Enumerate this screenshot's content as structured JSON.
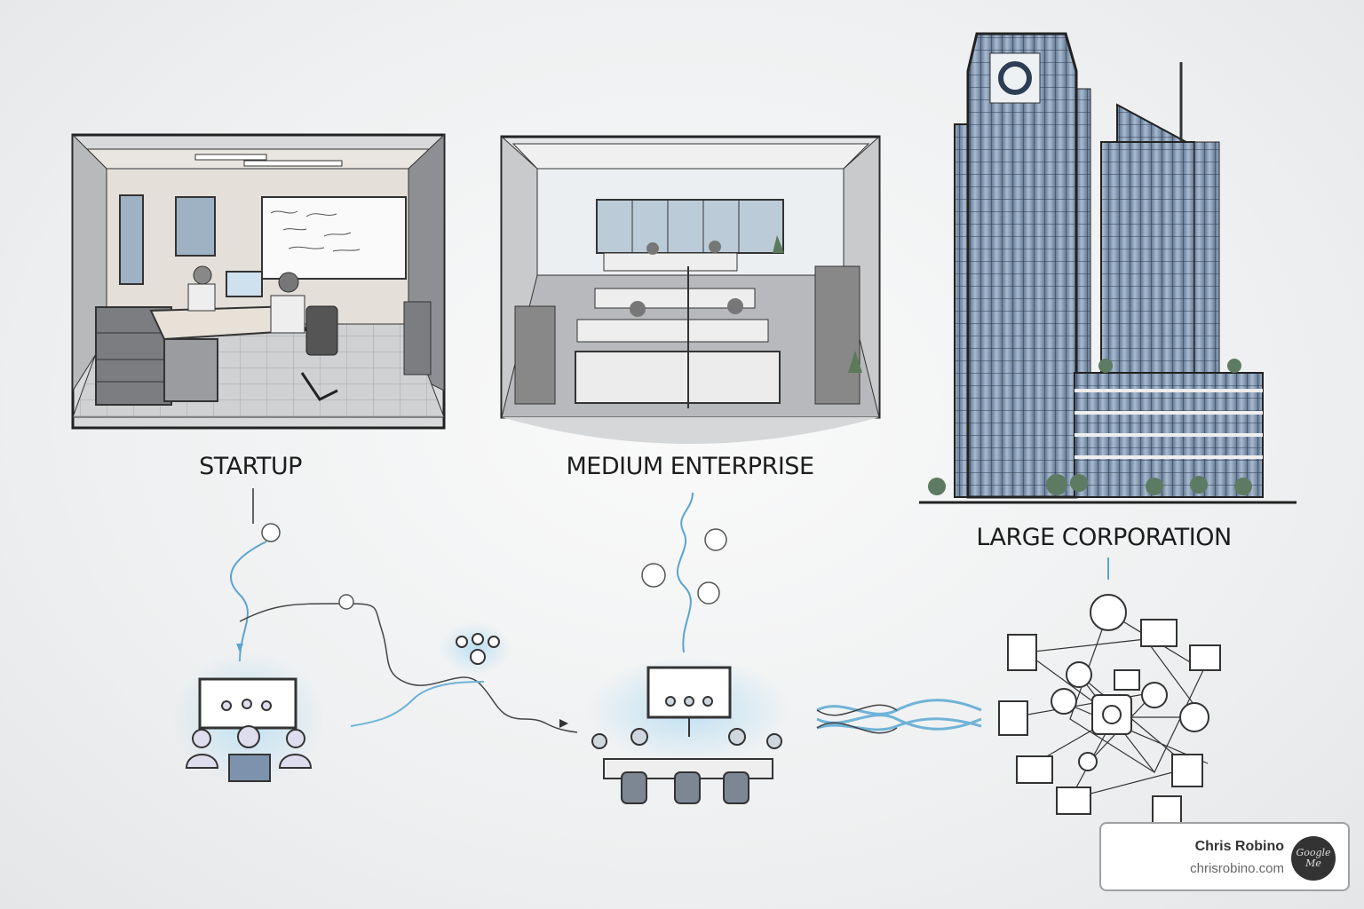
{
  "labels": {
    "startup": "STARTUP",
    "medium": "MEDIUM ENTERPRISE",
    "large": "LARGE CORPORATION"
  },
  "badge": {
    "name": "Chris Robino",
    "site": "chrisrobino.com",
    "logo_text": "Google Me"
  },
  "colors": {
    "accent": "#6fb3d8",
    "ink": "#2b2b2b",
    "glass": "#7d93ad"
  }
}
